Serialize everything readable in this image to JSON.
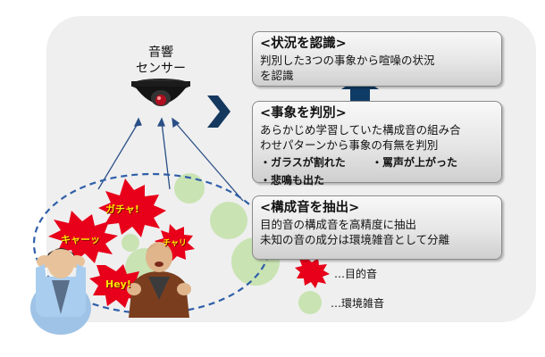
{
  "sensor": {
    "label_line1": "音響",
    "label_line2": "センサー"
  },
  "steps": [
    {
      "title": "<状況を認識>",
      "lines": [
        "判別した3つの事象から喧噪の状況",
        "を認識"
      ]
    },
    {
      "title": "<事象を判別>",
      "lines": [
        "あらかじめ学習していた構成音の組み合",
        "わせパターンから事象の有無を判別"
      ],
      "bullets": [
        "・ガラスが割れた",
        "・罵声が上がった",
        "・悲鳴も出た"
      ]
    },
    {
      "title": "<構成音を抽出>",
      "lines": [
        "目的音の構成音を高精度に抽出",
        "未知の音の成分は環境雑音として分離"
      ]
    }
  ],
  "sounds": {
    "gacha": "ガチャ!",
    "kya": "キャーッ",
    "chari": "チャリ",
    "hey": "Hey!"
  },
  "legend": {
    "target": "…目的音",
    "noise": "…環境雑音"
  },
  "colors": {
    "burst": "#e8001a",
    "noise_circle": "#c9e3b3",
    "arrow_blue": "#0f3c66",
    "dash": "#2f5fa8"
  }
}
